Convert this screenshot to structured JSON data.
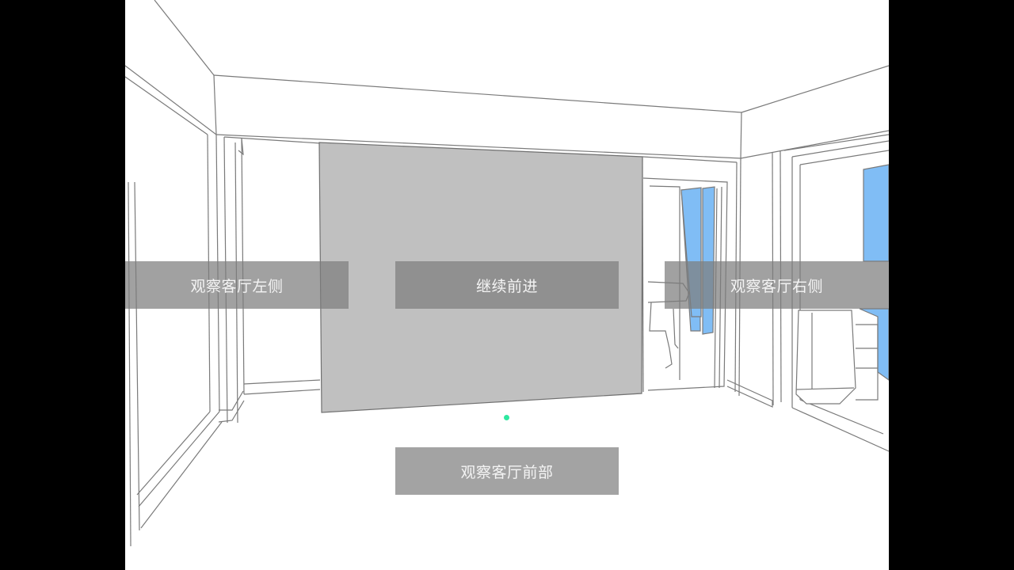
{
  "viewer": {
    "scene": "living-room-3d-walkthrough",
    "colors": {
      "background": "#000000",
      "canvas": "#ffffff",
      "line": "#7a7a7a",
      "wall_panel": "#c0c0c0",
      "glass": "#80bdf5",
      "hotspot": "#2ee8a0",
      "button_bg": "rgba(125,125,125,0.72)",
      "button_text": "#f4f4f4"
    }
  },
  "navigation": {
    "left": {
      "label": "观察客厅左侧"
    },
    "forward": {
      "label": "继续前进"
    },
    "right": {
      "label": "观察客厅右侧"
    },
    "front": {
      "label": "观察客厅前部"
    }
  },
  "hotspot": {
    "color": "#2ee8a0"
  }
}
